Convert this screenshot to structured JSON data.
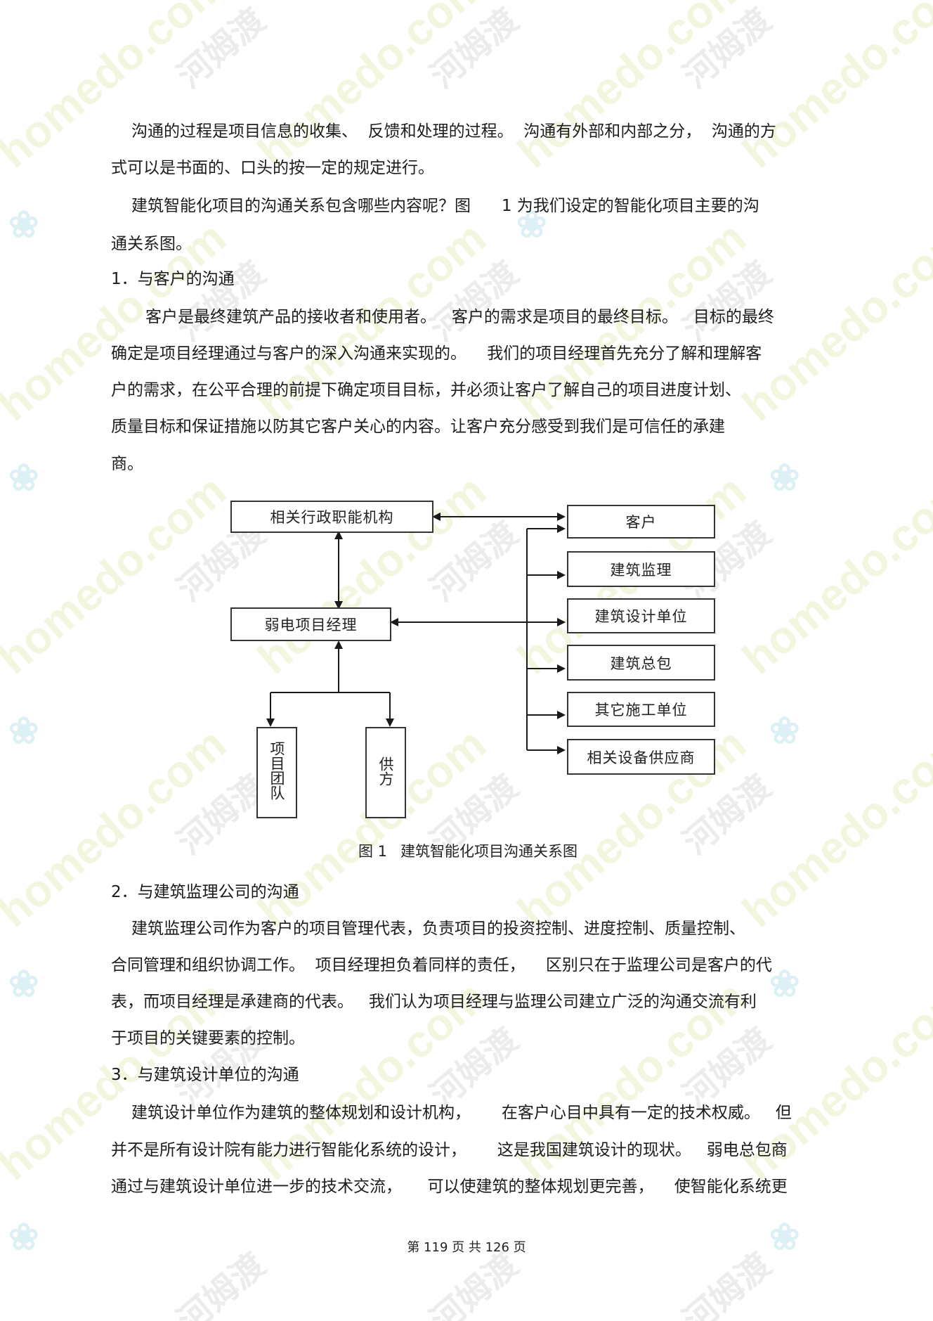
{
  "paragraphs": {
    "p1": [
      "沟通的过程是项目信息的收集、  反馈和处理的过程。  沟通有外部和内部之分，  沟通的方",
      "式可以是书面的、口头的按一定的规定进行。"
    ],
    "p2": [
      "建筑智能化项目的沟通关系包含哪些内容呢？图      1 为我们设定的智能化项目主要的沟",
      "通关系图。"
    ],
    "h1": "1．与客户的沟通",
    "p3": [
      "客户是最终建筑产品的接收者和使用者。   客户的需求是项目的最终目标。   目标的最终",
      "确定是项目经理通过与客户的深入沟通来实现的。    我们的项目经理首先充分了解和理解客",
      "户的需求，在公平合理的前提下确定项目目标，并必须让客户了解自己的项目进度计划、",
      "质量目标和保证措施以防其它客户关心的内容。让客户充分感受到我们是可信任的承建",
      "商。"
    ],
    "h2": "2．与建筑监理公司的沟通",
    "p4": [
      "建筑监理公司作为客户的项目管理代表，负责项目的投资控制、进度控制、质量控制、",
      "合同管理和组织协调工作。  项目经理担负着同样的责任，    区别只在于监理公司是客户的代",
      "表，而项目经理是承建商的代表。   我们认为项目经理与监理公司建立广泛的沟通交流有利",
      "于项目的关键要素的控制。"
    ],
    "h3": "3．与建筑设计单位的沟通",
    "p5": [
      "建筑设计单位作为建筑的整体规划和设计机构，      在客户心目中具有一定的技术权威。   但",
      "并不是所有设计院有能力进行智能化系统的设计，      这是我国建筑设计的现状。   弱电总包商",
      "通过与建筑设计单位进一步的技术交流，     可以使建筑的整体规划更完善，    使智能化系统更"
    ]
  },
  "diagram": {
    "admin": "相关行政职能机构",
    "manager": "弱电项目经理",
    "team": "项目团队",
    "supplier": "供方",
    "right_boxes": [
      "客户",
      "建筑监理",
      "建筑设计单位",
      "建筑总包",
      "其它施工单位",
      "相关设备供应商"
    ],
    "caption_num": "图 1",
    "caption_text": "建筑智能化项目沟通关系图"
  },
  "footer": "第 119 页 共 126 页",
  "watermark": {
    "en": "homedo.com",
    "cn": "河姆渡"
  }
}
